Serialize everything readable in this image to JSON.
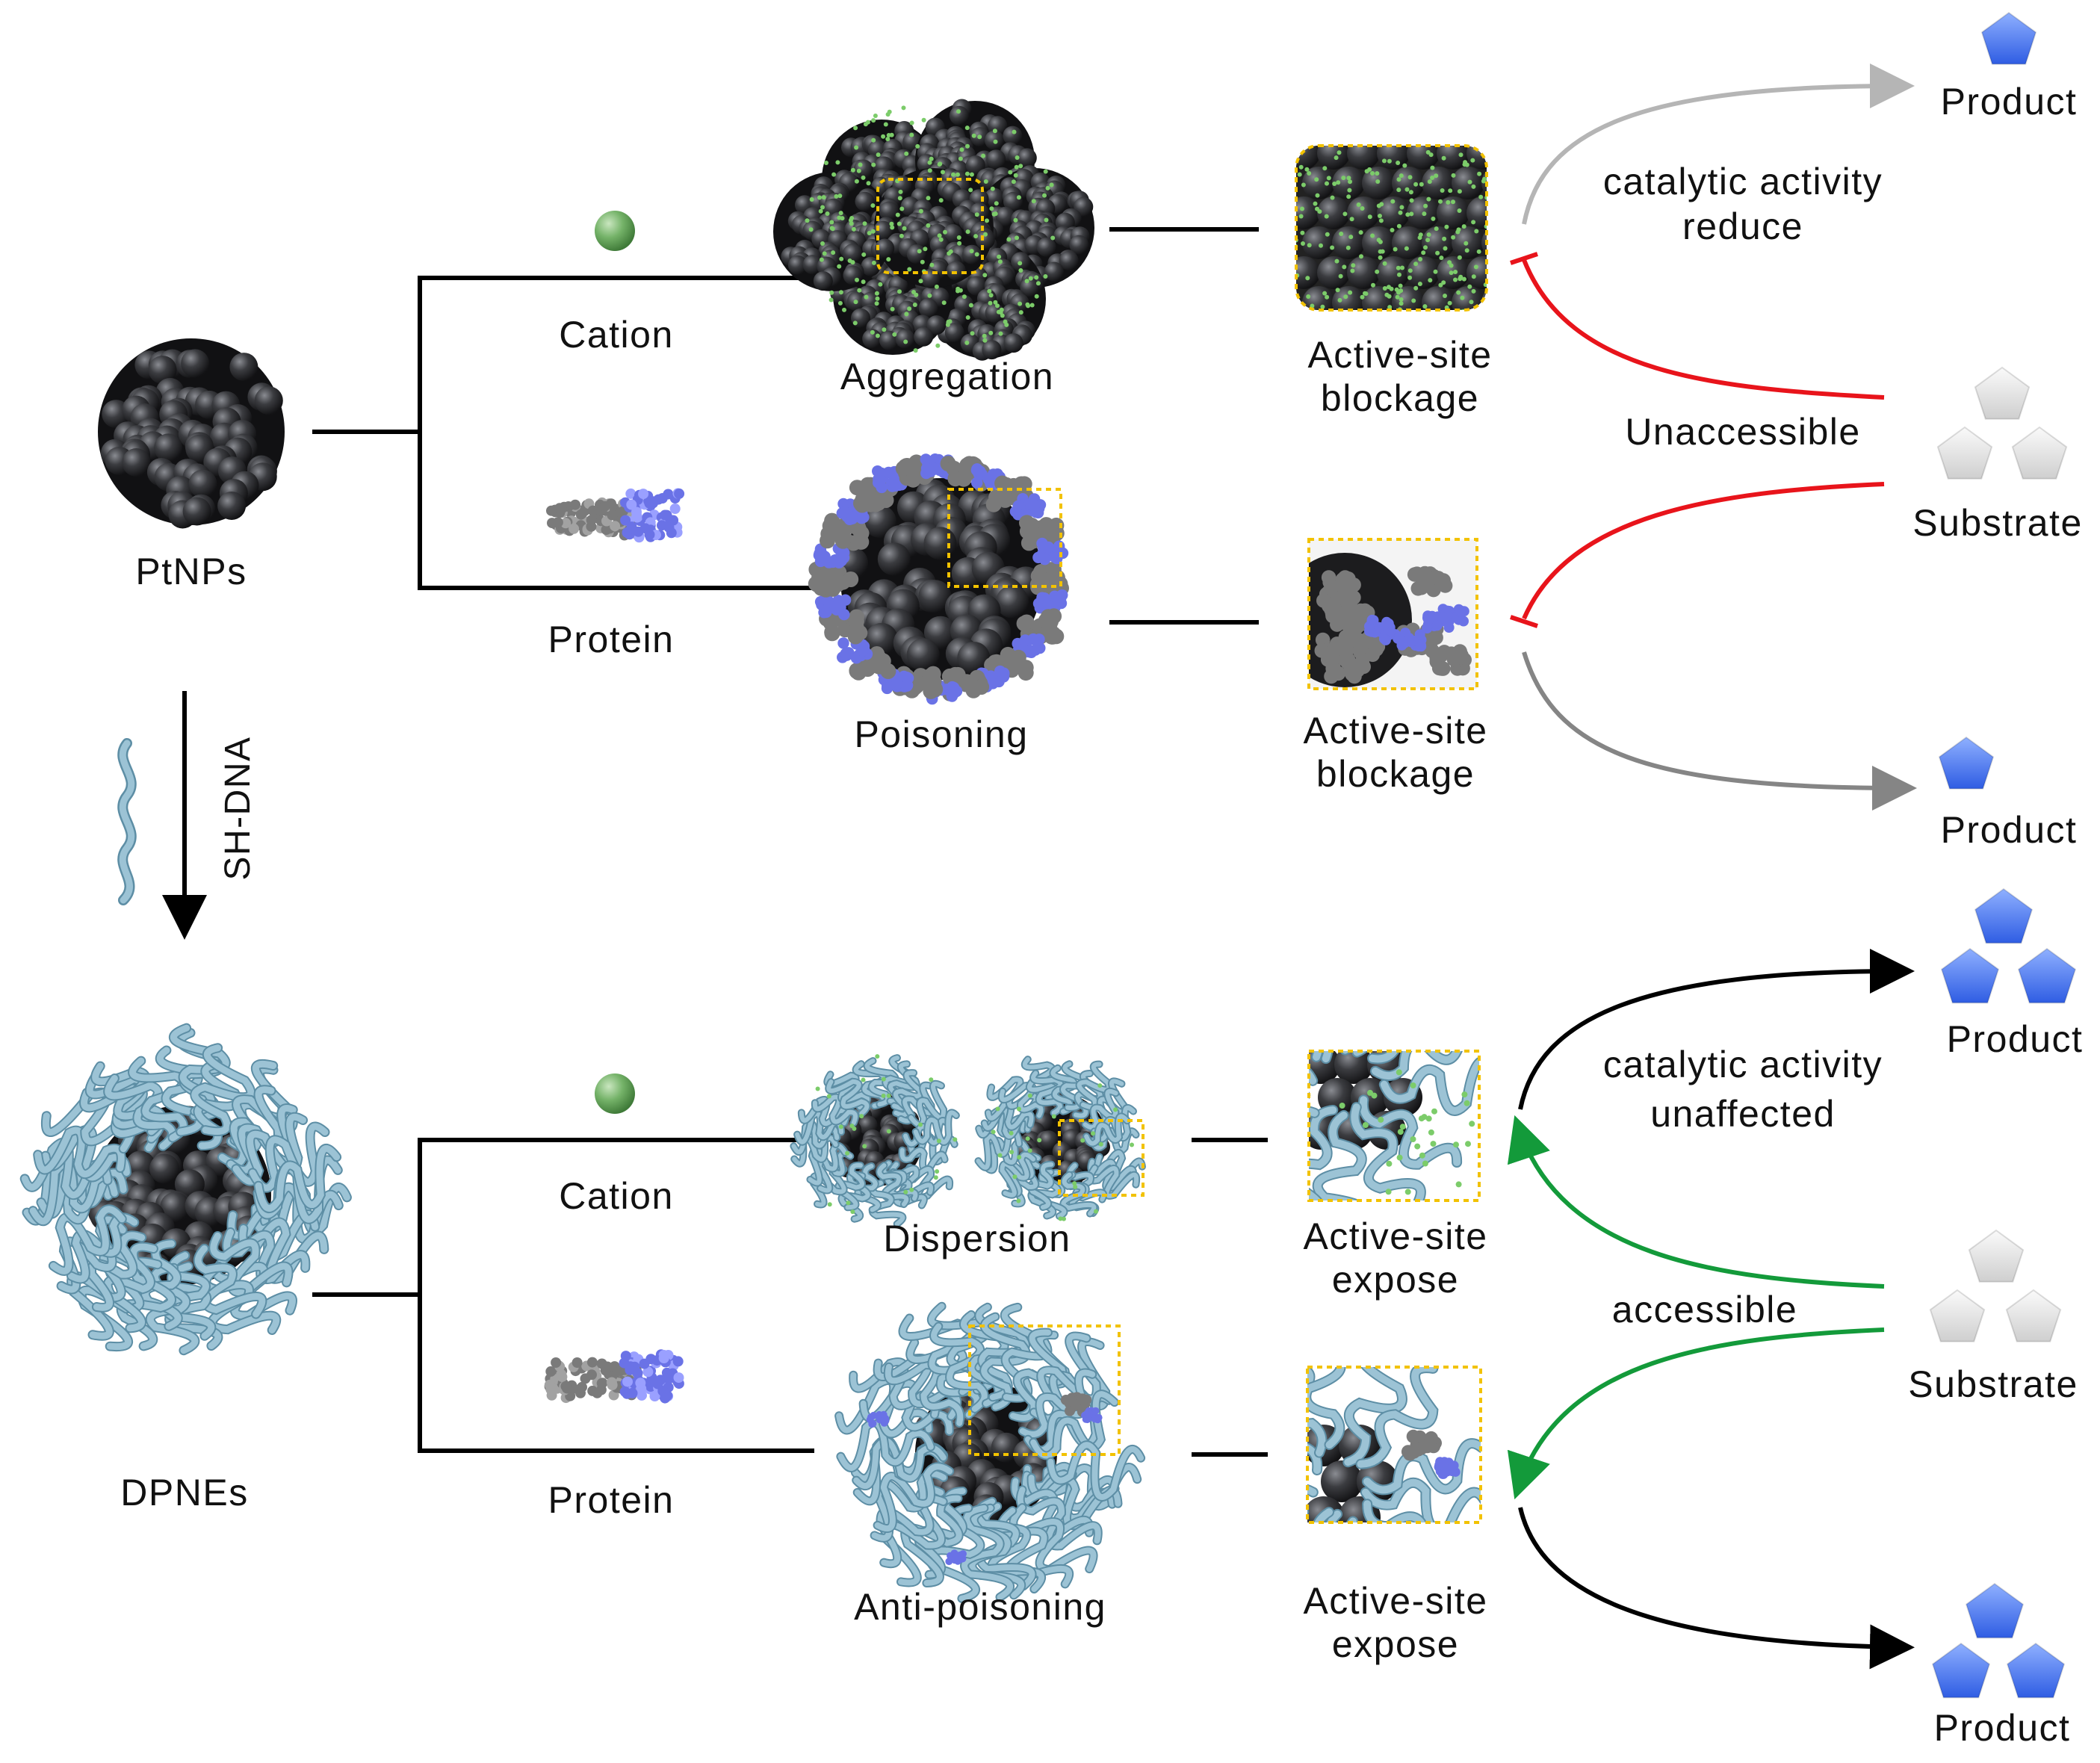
{
  "labels": {
    "ptnps": "PtNPs",
    "dpnes": "DPNEs",
    "sh_dna": "SH-DNA",
    "cation": "Cation",
    "protein": "Protein",
    "aggregation": "Aggregation",
    "poisoning": "Poisoning",
    "dispersion": "Dispersion",
    "anti_poisoning": "Anti-poisoning",
    "active_site": "Active-site",
    "blockage": "blockage",
    "expose": "expose",
    "catalytic_activity": "catalytic activity",
    "reduce": "reduce",
    "unaffected": "unaffected",
    "unaccessible": "Unaccessible",
    "accessible": "accessible",
    "substrate": "Substrate",
    "product": "Product"
  },
  "colors": {
    "nanoparticle": "#2e2f33",
    "dna": "#9cc3d5",
    "protein_gray": "#7a7a7a",
    "protein_blue": "#6a72e6",
    "cation": "#6cae62",
    "highlight_box": "#f2c200",
    "product": "#4f7bf0",
    "substrate": "#e2e2e2",
    "arrow_gray": "#b5b5b5",
    "arrow_dark_gray": "#858585",
    "inhibit_red": "#e8141b",
    "accessible_green": "#139a3a",
    "black": "#000000"
  },
  "icons": [
    "nanoparticle-icon",
    "dna-strand-icon",
    "protein-icon",
    "cation-icon",
    "pentagon-product-icon",
    "pentagon-substrate-icon"
  ]
}
